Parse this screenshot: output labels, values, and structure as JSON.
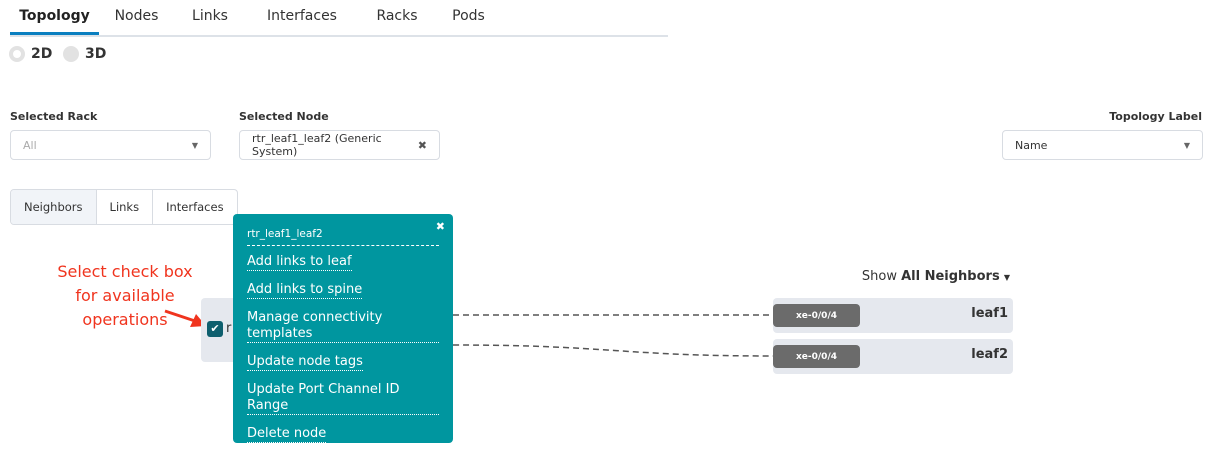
{
  "tabs": [
    {
      "label": "Topology",
      "active": true
    },
    {
      "label": "Nodes"
    },
    {
      "label": "Links"
    },
    {
      "label": "Interfaces"
    },
    {
      "label": "Racks"
    },
    {
      "label": "Pods"
    }
  ],
  "view_mode": {
    "options": [
      "2D",
      "3D"
    ],
    "selected": "2D"
  },
  "filters": {
    "rack": {
      "label": "Selected Rack",
      "placeholder": "All"
    },
    "node": {
      "label": "Selected Node",
      "value": "rtr_leaf1_leaf2 (Generic System)"
    },
    "topology_label": {
      "label": "Topology Label",
      "value": "Name"
    }
  },
  "subtabs": [
    "Neighbors",
    "Links",
    "Interfaces"
  ],
  "popup": {
    "title": "rtr_leaf1_leaf2",
    "items": [
      "Add links to leaf",
      "Add links to spine",
      "Manage connectivity templates",
      "Update node tags",
      "Update Port Channel ID Range",
      "Delete node"
    ],
    "bg_color": "#00969f"
  },
  "node": {
    "label_partial": "r",
    "checked": true
  },
  "show": {
    "prefix": "Show",
    "value": "All Neighbors"
  },
  "neighbors": [
    {
      "name": "leaf1",
      "port": "xe-0/0/4"
    },
    {
      "name": "leaf2",
      "port": "xe-0/0/4"
    }
  ],
  "annotation": "Select check box for available operations",
  "colors": {
    "accent": "#0a7fc0",
    "annotation": "#f0341e"
  }
}
